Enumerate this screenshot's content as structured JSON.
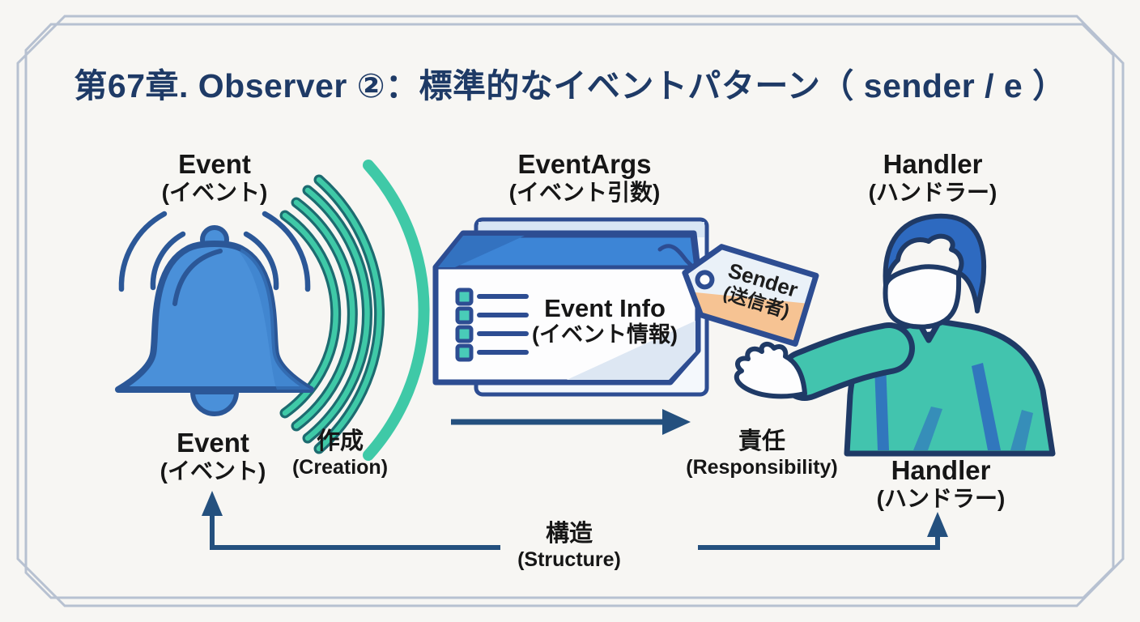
{
  "title": "第67章. Observer ②：標準的なイベントパターン（ sender / e ）",
  "nodes": {
    "event_top": {
      "label": "Event",
      "sub": "(イベント)"
    },
    "eventargs": {
      "label": "EventArgs",
      "sub": "(イベント引数)"
    },
    "handler_top": {
      "label": "Handler",
      "sub": "(ハンドラー)"
    },
    "event_info": {
      "label": "Event Info",
      "sub": "(イベント情報)"
    },
    "sender_tag": {
      "label": "Sender",
      "sub": "(送信者)"
    },
    "event_bottom": {
      "label": "Event",
      "sub": "(イベント)"
    },
    "creation": {
      "label": "作成",
      "sub": "(Creation)"
    },
    "responsibility": {
      "label": "責任",
      "sub": "(Responsibility)"
    },
    "handler_bottom": {
      "label": "Handler",
      "sub": "(ハンドラー)"
    },
    "structure": {
      "label": "構造",
      "sub": "(Structure)"
    }
  },
  "icons": {
    "bell": "bell-icon",
    "sound_waves": "sound-waves-icon",
    "event_card": "event-info-card",
    "sender_tag": "sender-tag-icon",
    "person": "handler-person-icon",
    "flow_arrow": "flow-arrow",
    "structure_bracket": "structure-bracket-arrows"
  },
  "colors": {
    "background": "#f7f6f3",
    "frame": "#b7c1d1",
    "title": "#1e3a66",
    "text": "#161616",
    "navy": "#24507e",
    "bell_blue": "#4a90d9",
    "bell_outline": "#2b5797",
    "teal": "#3fc9a7",
    "teal_dark": "#1d6b70",
    "card_header_blue": "#3d85d6",
    "card_border": "#2d4d92",
    "back_card_band": "#d8e6f5",
    "tag_fill": "#eaf1f8",
    "tag_orange": "#f6c393",
    "sweater_teal": "#42c4ae",
    "hair_blue": "#2e6ac0"
  }
}
